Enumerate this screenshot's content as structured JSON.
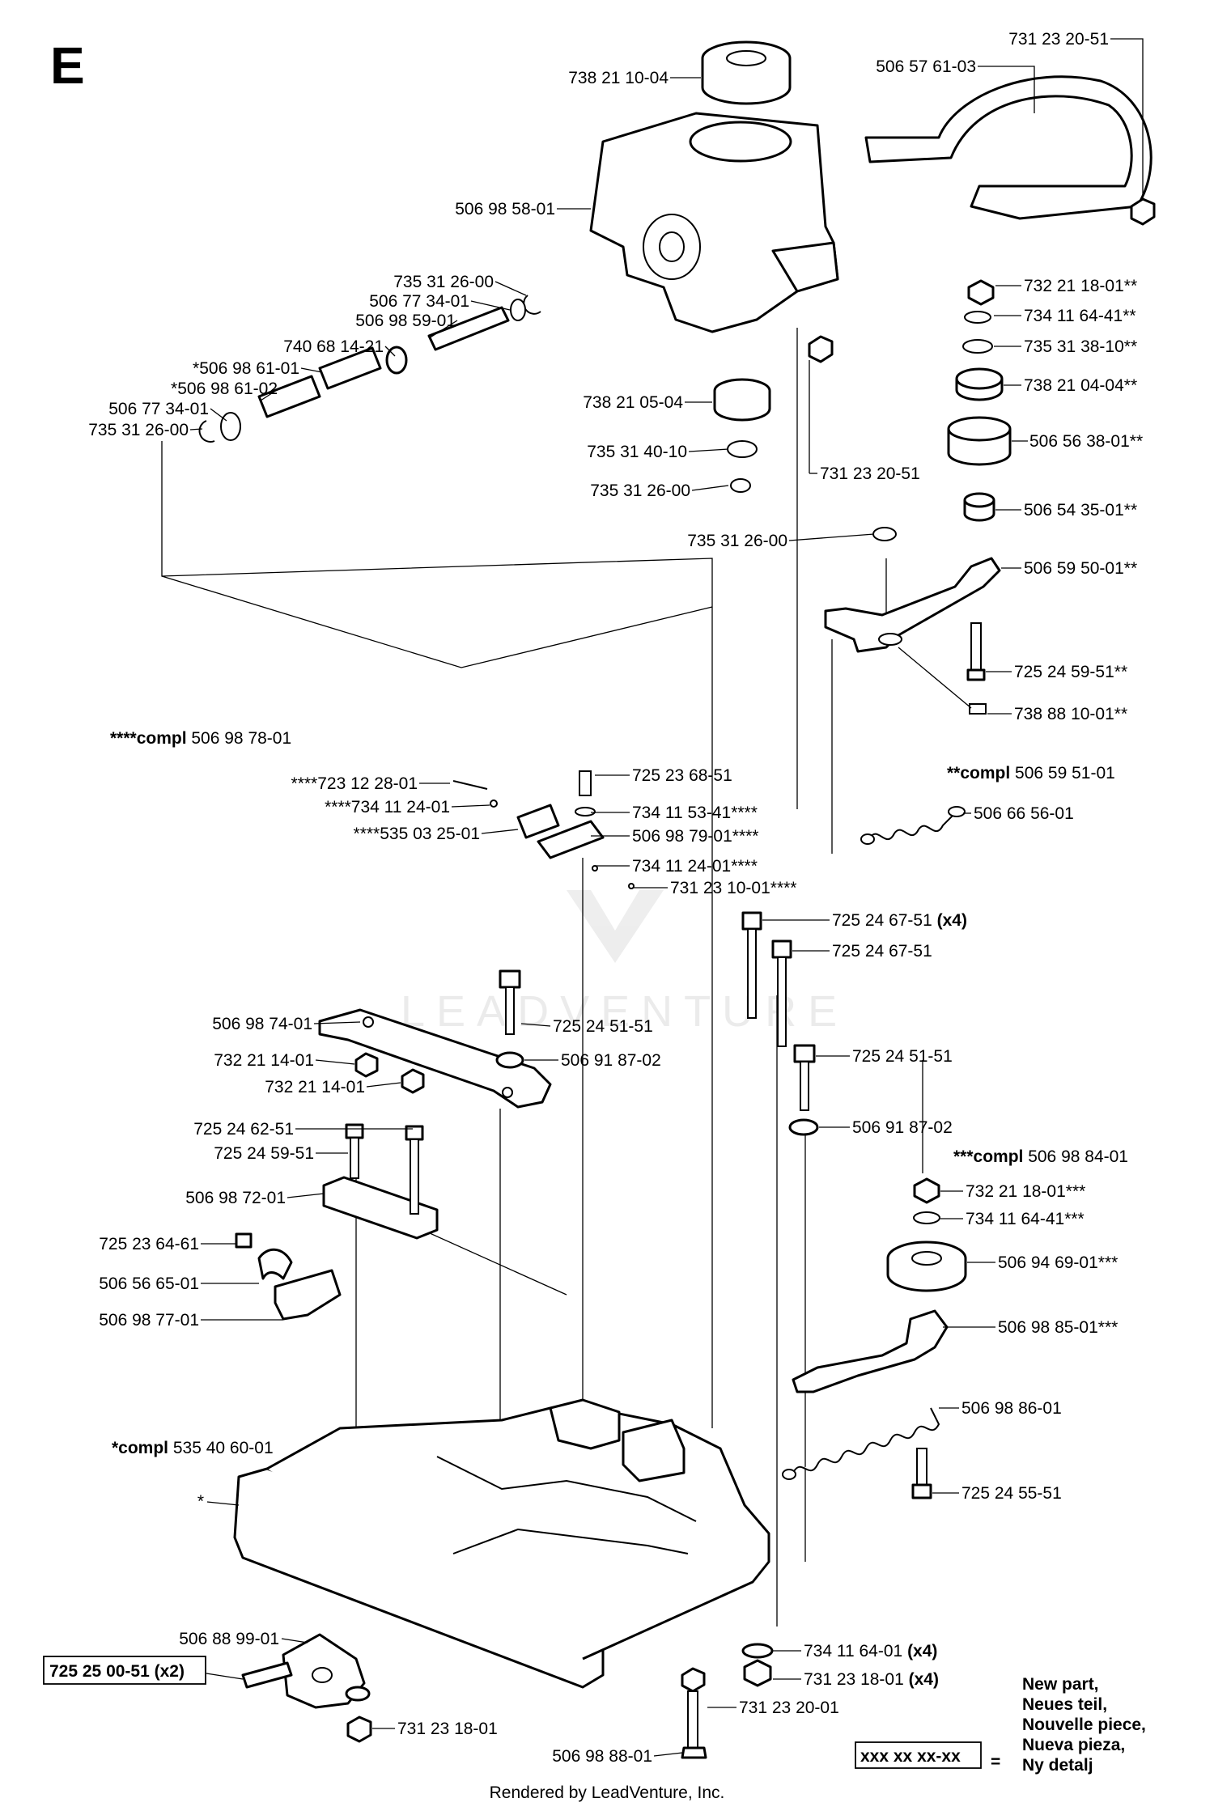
{
  "section": "E",
  "footer": "Rendered by LeadVenture, Inc.",
  "watermark": "LEADVENTURE",
  "legend": {
    "lines": [
      "New part,",
      "Neues teil,",
      "Nouvelle piece,",
      "Nueva pieza,",
      "Ny detalj"
    ],
    "box": "xxx xx xx-xx",
    "equals": "="
  },
  "assemblies": [
    {
      "prefix": "****compl",
      "number": "506 98 78-01"
    },
    {
      "prefix": "**compl",
      "number": "506 59 51-01"
    },
    {
      "prefix": "***compl",
      "number": "506 98 84-01"
    },
    {
      "prefix": "*compl",
      "number": "535 40 60-01"
    }
  ],
  "callouts": [
    {
      "text": "738 21 10-04"
    },
    {
      "text": "731 23 20-51"
    },
    {
      "text": "506 57 61-03"
    },
    {
      "text": "506 98 58-01"
    },
    {
      "text": "735 31 26-00"
    },
    {
      "text": "506 77 34-01"
    },
    {
      "text": "506 98 59-01"
    },
    {
      "text": "740 68 14-21"
    },
    {
      "text": "*506 98 61-01"
    },
    {
      "text": "*506 98 61-02"
    },
    {
      "text": "506 77 34-01"
    },
    {
      "text": "735 31 26-00"
    },
    {
      "text": "738 21 05-04"
    },
    {
      "text": "735 31 40-10"
    },
    {
      "text": "735 31 26-00"
    },
    {
      "text": "731 23 20-51"
    },
    {
      "text": "732 21 18-01**"
    },
    {
      "text": "734 11 64-41**"
    },
    {
      "text": "735 31 38-10**"
    },
    {
      "text": "738 21 04-04**"
    },
    {
      "text": "506 56 38-01**"
    },
    {
      "text": "506 54 35-01**"
    },
    {
      "text": "735 31 26-00"
    },
    {
      "text": "506 59 50-01**"
    },
    {
      "text": "725 24 59-51**"
    },
    {
      "text": "738 88 10-01**"
    },
    {
      "text": "506 66 56-01"
    },
    {
      "text": "****723 12 28-01"
    },
    {
      "text": "****734 11 24-01"
    },
    {
      "text": "****535 03 25-01"
    },
    {
      "text": "725 23 68-51"
    },
    {
      "text": "734 11 53-41****"
    },
    {
      "text": "506 98 79-01****"
    },
    {
      "text": "734 11 24-01****"
    },
    {
      "text": "731 23 10-01****"
    },
    {
      "text": "725 24 67-51",
      "suffix": "(x4)"
    },
    {
      "text": "725 24 67-51"
    },
    {
      "text": "506 98 74-01"
    },
    {
      "text": "725 24 51-51"
    },
    {
      "text": "732 21 14-01"
    },
    {
      "text": "506 91 87-02"
    },
    {
      "text": "732 21 14-01"
    },
    {
      "text": "725 24 51-51"
    },
    {
      "text": "506 91 87-02"
    },
    {
      "text": "725 24 62-51"
    },
    {
      "text": "725 24 59-51"
    },
    {
      "text": "506 98 72-01"
    },
    {
      "text": "725 23 64-61"
    },
    {
      "text": "506 56 65-01"
    },
    {
      "text": "506 98 77-01"
    },
    {
      "text": "732 21 18-01***"
    },
    {
      "text": "734 11 64-41***"
    },
    {
      "text": "506 94 69-01***"
    },
    {
      "text": "506 98 85-01***"
    },
    {
      "text": "506 98 86-01"
    },
    {
      "text": "725 24 55-51"
    },
    {
      "text": "*"
    },
    {
      "text": "506 88 99-01"
    },
    {
      "text": "734 11 64-01",
      "suffix": "(x4)"
    },
    {
      "text": "731 23 18-01",
      "suffix": "(x4)"
    },
    {
      "text": "731 23 20-01"
    },
    {
      "text": "731 23 18-01"
    },
    {
      "text": "506 98 88-01"
    },
    {
      "text": "725 25 00-51 (x2)",
      "new_part": true
    }
  ]
}
